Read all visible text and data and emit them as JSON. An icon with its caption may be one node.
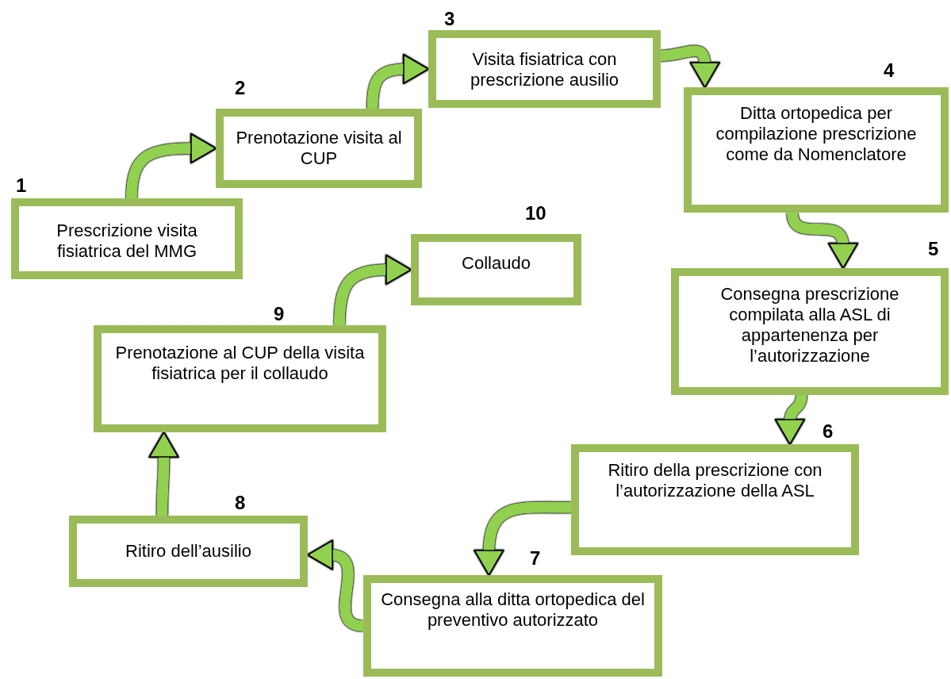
{
  "diagram": {
    "nodes": [
      {
        "text": [
          "Prescrizione visita fisiatrica del MMG"
        ],
        "beside": [
          "1"
        ]
      },
      {
        "text": [
          "Prenotazione visita al CUP"
        ],
        "beside": [
          "2"
        ]
      },
      {
        "text": [
          "Visita fisiatrica con prescrizione ausilio"
        ],
        "beside": [
          "3"
        ]
      },
      {
        "text": [
          "Ditta ortopedica per compilazione prescrizione come da Nomenclatore"
        ],
        "beside": [
          "4"
        ]
      },
      {
        "text": [
          "Consegna prescrizione compilata alla ASL di appartenenza per l’autorizzazione"
        ],
        "beside": [
          "5"
        ]
      },
      {
        "text": [
          "Ritiro della prescrizione con l’autorizzazione della ASL"
        ],
        "beside": [
          "6"
        ]
      },
      {
        "text": [
          "Consegna alla ditta ortopedica del preventivo autorizzato"
        ],
        "beside": [
          "7"
        ]
      },
      {
        "text": [
          "Ritiro dell’ausilio"
        ],
        "beside": [
          "8"
        ]
      },
      {
        "text": [
          "Prenotazione al CUP della visita fisiatrica per il collaudo"
        ],
        "beside": [
          "9"
        ]
      },
      {
        "text": [
          "Collaudo"
        ],
        "beside": [
          "10"
        ]
      }
    ],
    "edges": [
      {
        "from": 0,
        "to": 1,
        "arrow": "to"
      },
      {
        "from": 1,
        "to": 2,
        "arrow": "to"
      },
      {
        "from": 2,
        "to": 3,
        "arrow": "to"
      },
      {
        "from": 3,
        "to": 4,
        "arrow": "to"
      },
      {
        "from": 4,
        "to": 5,
        "arrow": "to"
      },
      {
        "from": 5,
        "to": 6,
        "arrow": "to"
      },
      {
        "from": 6,
        "to": 7,
        "arrow": "to"
      },
      {
        "from": 7,
        "to": 8,
        "arrow": "to"
      },
      {
        "from": 8,
        "to": 9,
        "arrow": "to"
      }
    ]
  }
}
